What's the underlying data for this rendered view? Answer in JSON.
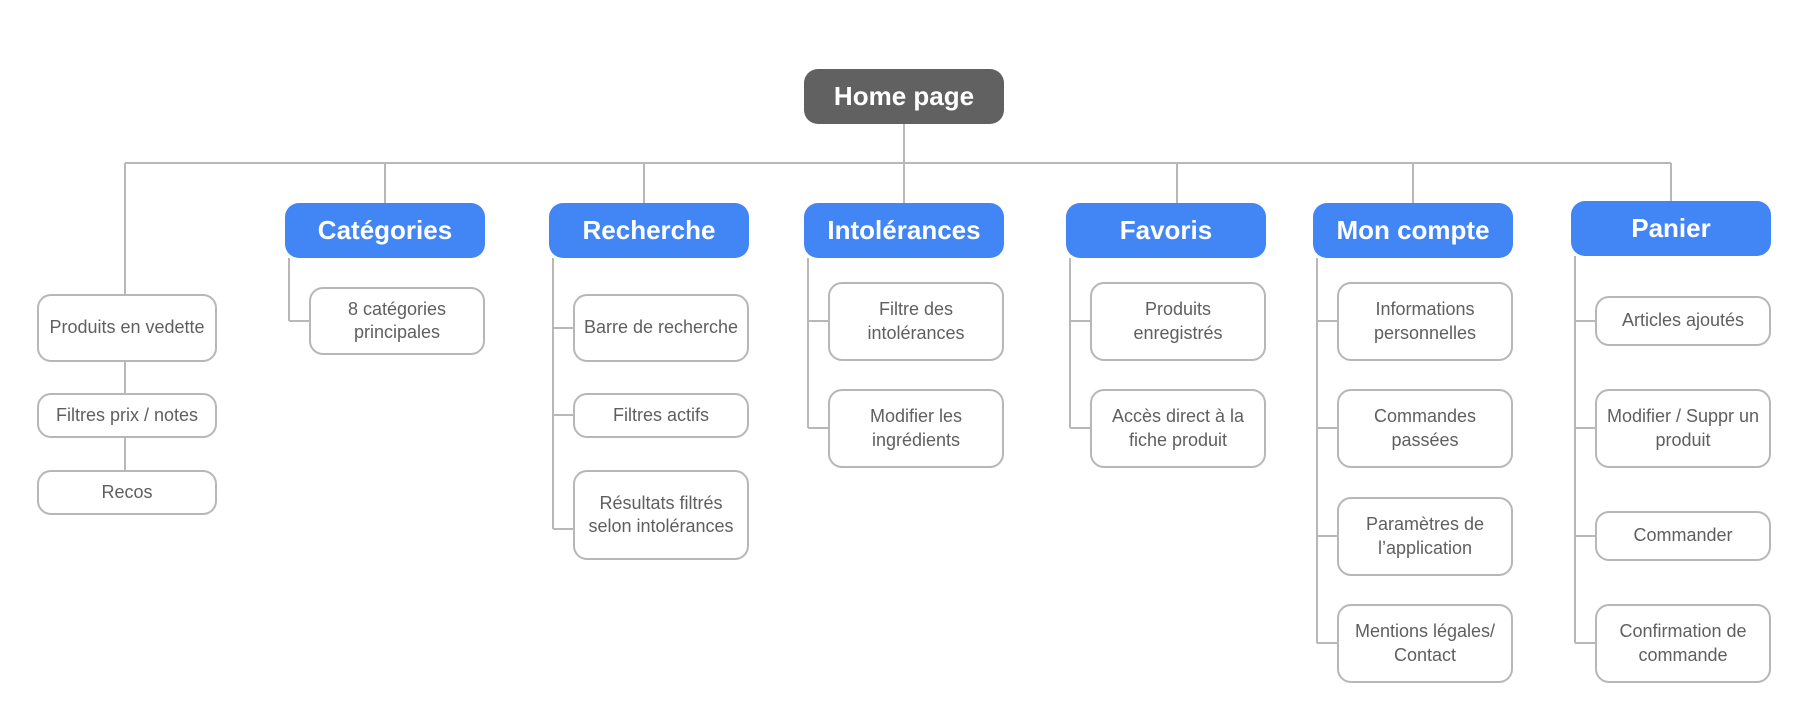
{
  "colors": {
    "root_fill": "#616161",
    "section_fill": "#4285f4",
    "leaf_border": "#b7b7b7",
    "connector": "#b8b8b8",
    "leaf_text": "#5f5f5f"
  },
  "root": {
    "label": "Home page"
  },
  "sections": [
    {
      "label": "",
      "items": [
        "Produits en vedette",
        "Filtres prix / notes",
        "Recos"
      ]
    },
    {
      "label": "Catégories",
      "items": [
        "8 catégories principales"
      ]
    },
    {
      "label": "Recherche",
      "items": [
        "Barre de recherche",
        "Filtres actifs",
        "Résultats filtrés selon intolérances"
      ]
    },
    {
      "label": "Intolérances",
      "items": [
        "Filtre des intolérances",
        "Modifier les ingrédients"
      ]
    },
    {
      "label": "Favoris",
      "items": [
        "Produits enregistrés",
        "Accès direct à la fiche produit"
      ]
    },
    {
      "label": "Mon compte",
      "items": [
        "Informations personnelles",
        "Commandes passées",
        "Paramètres de l’application",
        "Mentions légales/ Contact"
      ]
    },
    {
      "label": "Panier",
      "items": [
        "Articles ajoutés",
        "Modifier / Suppr un produit",
        "Commander",
        "Confirmation de commande"
      ]
    }
  ]
}
